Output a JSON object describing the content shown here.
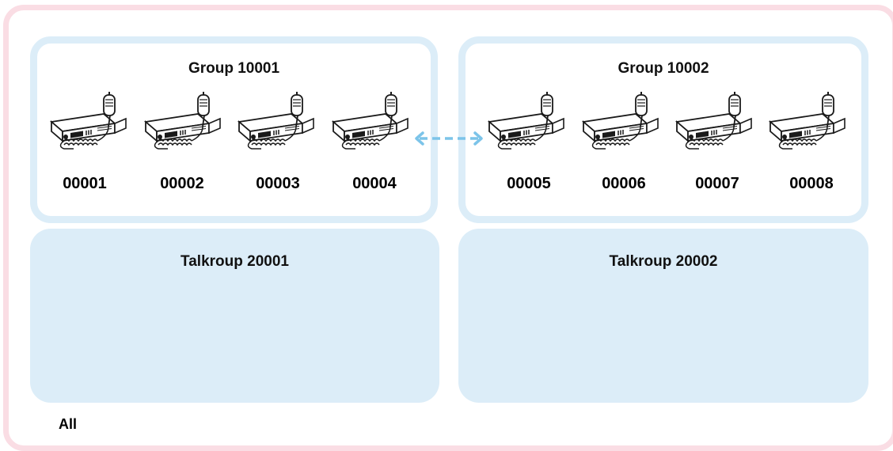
{
  "scope_label": "All",
  "groups": [
    {
      "title": "Group 10001",
      "radios": [
        "00001",
        "00002",
        "00003",
        "00004"
      ]
    },
    {
      "title": "Group 10002",
      "radios": [
        "00005",
        "00006",
        "00007",
        "00008"
      ]
    }
  ],
  "talkgroups": [
    {
      "title": "Talkroup 20001"
    },
    {
      "title": "Talkroup 20002"
    }
  ],
  "colors": {
    "outer_border": "#fadde4",
    "group_border": "#dcedf8",
    "talkgroup_fill": "#dcedf8",
    "link_arrow": "#7cc4e9"
  },
  "icons": {
    "radio": "mobile-radio-icon",
    "link": "double-arrow-icon"
  }
}
